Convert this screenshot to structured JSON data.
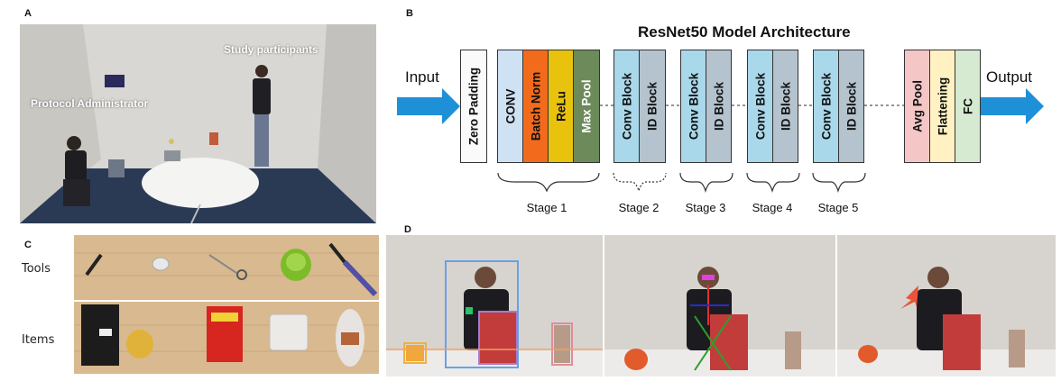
{
  "panel_letters": {
    "a": "A",
    "b": "B",
    "c": "C",
    "d": "D"
  },
  "panel_a": {
    "study_participants": "Study participants",
    "protocol_administrator": "Protocol Administrator"
  },
  "panel_b": {
    "title": "ResNet50 Model Architecture",
    "input_label": "Input",
    "output_label": "Output",
    "zero_padding": "Zero Padding",
    "stage1_blocks": [
      "CONV",
      "Batch Norm",
      "ReLu",
      "Max Pool"
    ],
    "conv_block": "Conv Block",
    "id_block": "ID Block",
    "head_blocks": [
      "Avg Pool",
      "Flattening",
      "FC"
    ],
    "stages": [
      "Stage 1",
      "Stage 2",
      "Stage 3",
      "Stage 4",
      "Stage 5"
    ],
    "colors": {
      "conv": "#cfe2f3",
      "batch_norm": "#f26b1d",
      "relu": "#e8c20c",
      "max_pool": "#6d8a5a",
      "conv_block": "#a9d8ea",
      "id_block": "#b4c3cd",
      "avg_pool": "#f4c6c6",
      "flattening": "#fff1c1",
      "fc": "#d5ead0",
      "arrow": "#1e90d8"
    }
  },
  "panel_c": {
    "tools_label": "Tools",
    "items_label": "Items"
  }
}
